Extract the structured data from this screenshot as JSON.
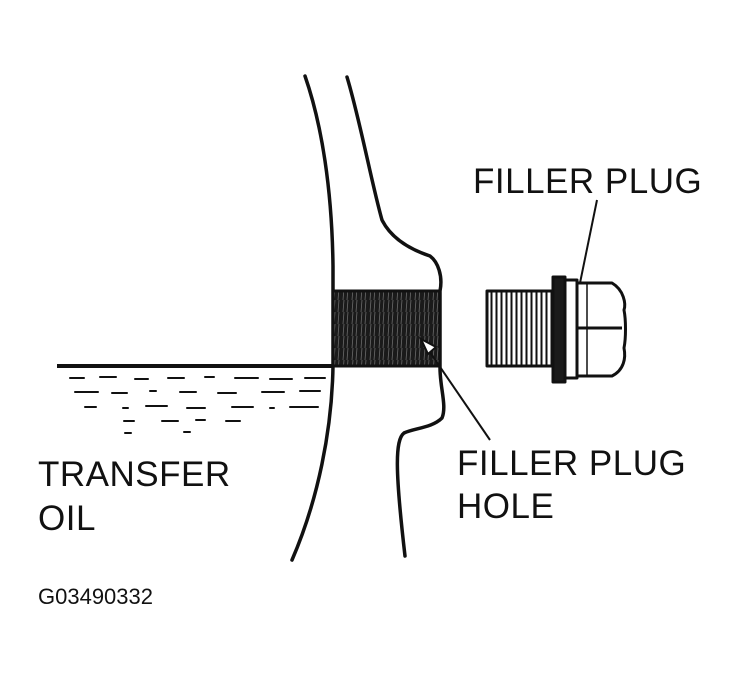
{
  "labels": {
    "filler_plug": "FILLER PLUG",
    "filler_plug_hole_line1": "FILLER PLUG",
    "filler_plug_hole_line2": "HOLE",
    "transfer_oil_line1": "TRANSFER",
    "transfer_oil_line2": "OIL"
  },
  "figure_id": "G03490332",
  "colors": {
    "ink": "#111111",
    "background": "#ffffff"
  }
}
